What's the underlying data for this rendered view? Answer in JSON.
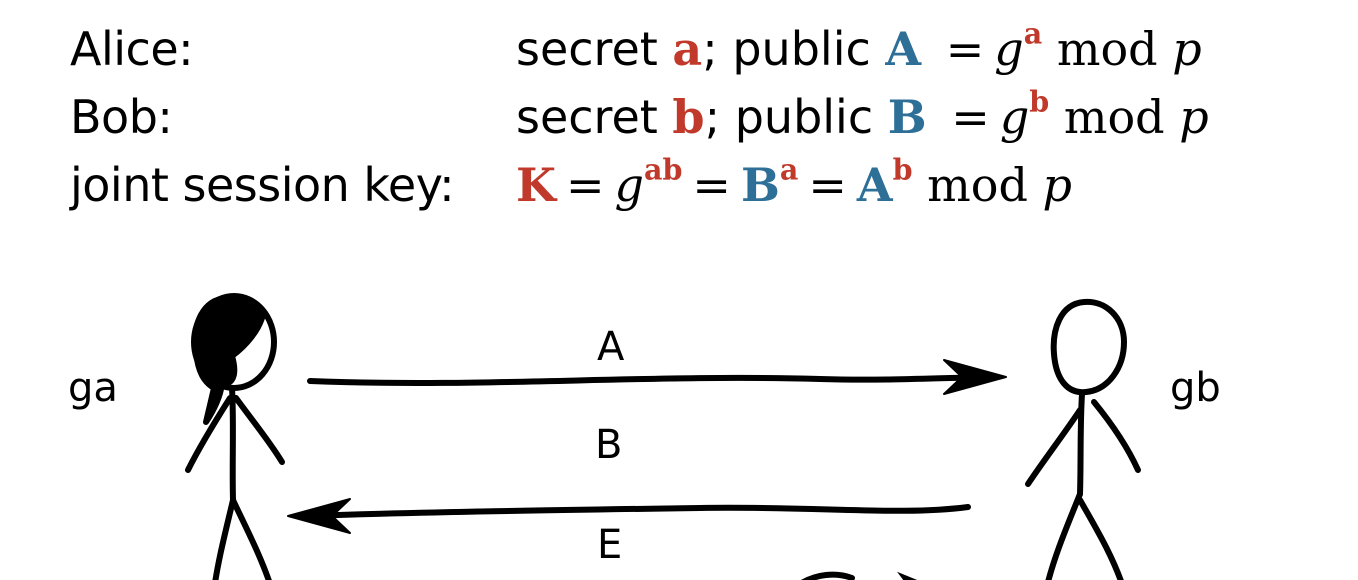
{
  "equations": {
    "alice": {
      "label": "Alice:",
      "secret_word": "secret",
      "secret": "a",
      "public_word": "; public",
      "public": "A",
      "eq": "=",
      "base": "g",
      "exp": "a",
      "mod": "mod",
      "modulus": "p"
    },
    "bob": {
      "label": "Bob:",
      "secret_word": "secret",
      "secret": "b",
      "public_word": "; public",
      "public": "B",
      "eq": "=",
      "base": "g",
      "exp": "b",
      "mod": "mod",
      "modulus": "p"
    },
    "joint": {
      "label": "joint session key:",
      "key": "K",
      "eq": "=",
      "base": "g",
      "exp_ab": "ab",
      "B": "B",
      "B_exp": "a",
      "A": "A",
      "A_exp": "b",
      "mod": "mod",
      "modulus": "p"
    }
  },
  "diagram": {
    "alice_side_label": "ga",
    "bob_side_label": "gb",
    "messages": [
      "A",
      "B",
      "E"
    ]
  },
  "colors": {
    "secret": "#c0392b",
    "public": "#2e6f97"
  }
}
